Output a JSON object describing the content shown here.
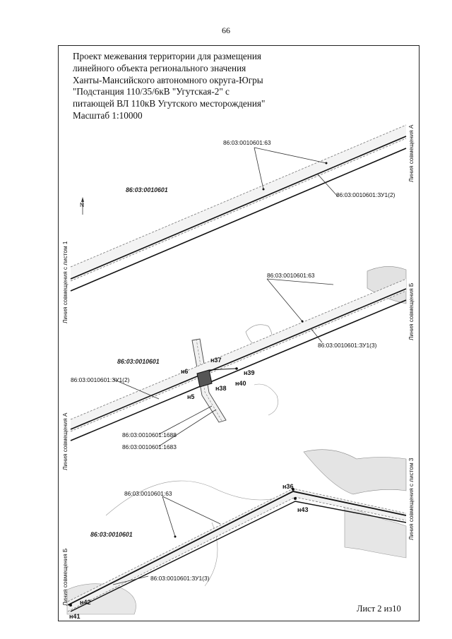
{
  "page_number": "66",
  "title_lines": [
    "Проект межевания территории для размещения",
    "линейного объекта регионального значения",
    "Ханты-Мансийского автономного округа-Югры",
    "\"Подстанция 110/35/6кВ \"Угутская-2\" с",
    "питающей ВЛ 110кВ Угутского месторождения\"",
    "Масштаб 1:10000"
  ],
  "sheet_label": "Лист 2 из10",
  "north_arrow_letter": "N",
  "side_labels": {
    "right_top": "Линия совмещения А",
    "left_top": "Линия совмещения с листом 1",
    "right_mid": "Линия совмещения Б",
    "left_mid": "Линия совмещения А",
    "right_bottom": "Линия совмещения с листом 3",
    "left_bottom": "Линия совмещения Б"
  },
  "panel1": {
    "parcel_63": "86:03:0010601:63",
    "quarter": "86:03:0010601",
    "zu1_2": "86:03:0010601:ЗУ1(2)"
  },
  "panel2": {
    "parcel_63": "86:03:0010601:63",
    "zu1_3": "86:03:0010601:ЗУ1(3)",
    "quarter": "86:03:0010601",
    "zu1_2": "86:03:0010601:ЗУ1(2)",
    "parcel_1688": "86:03:0010601:1688",
    "parcel_1683": "86:03:0010601:1683",
    "points": [
      "н6",
      "н37",
      "н39",
      "н40",
      "н38",
      "н5"
    ]
  },
  "panel3": {
    "parcel_63": "86:03:0010601:63",
    "quarter": "86:03:0010601",
    "zu1_3": "86:03:0010601:ЗУ1(3)",
    "points": [
      "н36",
      "н43",
      "н42",
      "н41"
    ]
  }
}
